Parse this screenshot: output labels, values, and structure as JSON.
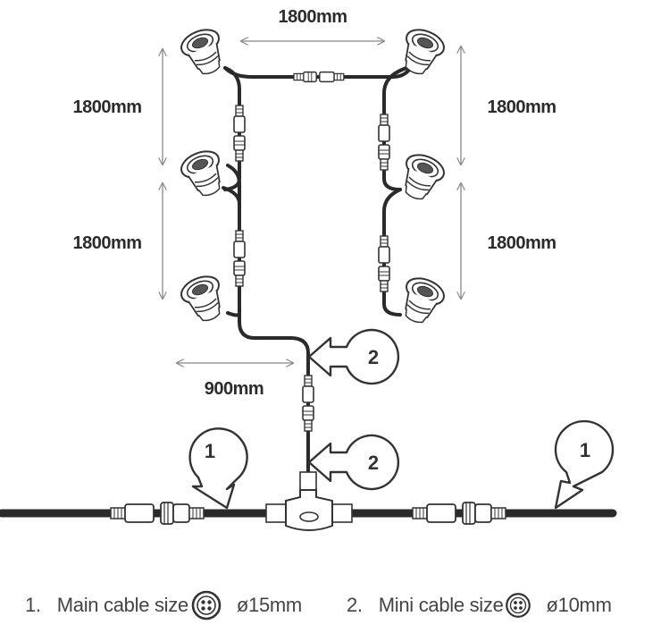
{
  "dimensions": {
    "top_horizontal": "1800mm",
    "left_upper": "1800mm",
    "left_lower": "1800mm",
    "right_upper": "1800mm",
    "right_lower": "1800mm",
    "branch_offset": "900mm"
  },
  "callouts": [
    "1",
    "2",
    "2",
    "1"
  ],
  "legend": [
    {
      "num": "1.",
      "text": "Main cable size",
      "size": "ø15mm",
      "connector_icon": "four-pin-connector-icon"
    },
    {
      "num": "2.",
      "text": "Mini cable size",
      "size": "ø10mm",
      "connector_icon": "four-pin-connector-icon"
    }
  ],
  "colors": {
    "cable": "#2a2a2a",
    "outline": "#333333",
    "fill": "#ffffff",
    "arrow_line": "#888888"
  }
}
